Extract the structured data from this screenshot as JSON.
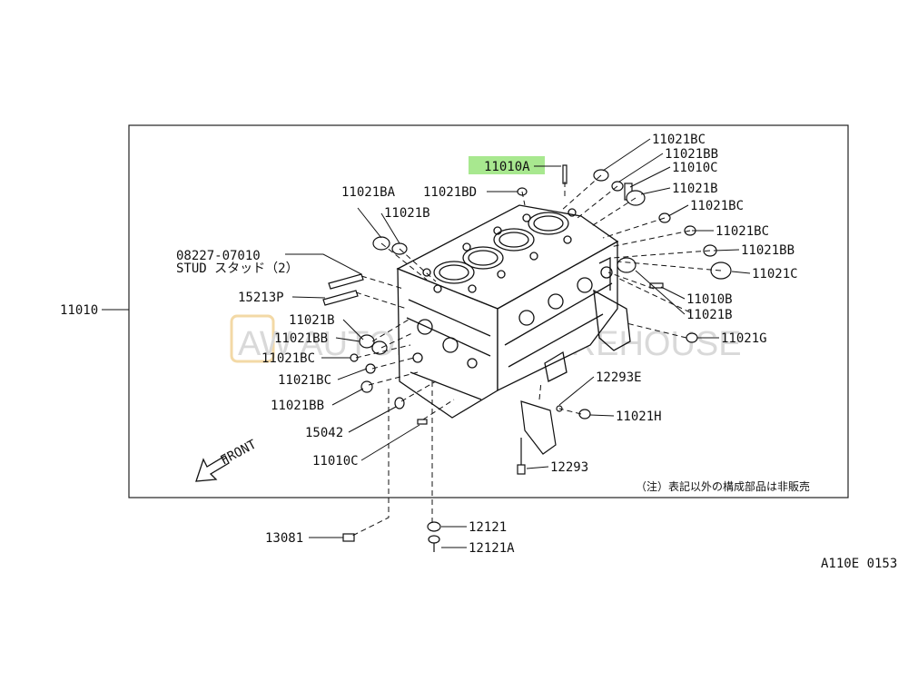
{
  "diagram": {
    "code": "A110E 0153",
    "note": "（注）表記以外の構成部品は非販売",
    "front": "FRONT",
    "watermark": "AW    AUTOPARTS WAREHOUSE",
    "highlight_color": "#a8e88f",
    "labels": {
      "main": "11010",
      "highlight": "11010A",
      "bc_top": "11021BC",
      "bb_top": "11021BB",
      "c_top": "11010C",
      "b_r1": "11021B",
      "bc_r2": "11021BC",
      "bc_r3": "11021BC",
      "bb_r4": "11021BB",
      "c_r5": "11021C",
      "b_r6": "11010B",
      "b_r7": "11021B",
      "g": "11021G",
      "e": "12293E",
      "h": "11021H",
      "bolt": "12293",
      "ba": "11021BA",
      "b_left_top": "11021B",
      "bd": "11021BD",
      "stud_part": "08227-07010",
      "stud_desc": "STUD スタッド（2）",
      "p": "15213P",
      "b_l1": "11021B",
      "bb_l2": "11021BB",
      "bc_l3": "11021BC",
      "bc_l4": "11021BC",
      "bb_l5": "11021BB",
      "part_15042": "15042",
      "c_bottom": "11010C",
      "part_13081": "13081",
      "part_12121": "12121",
      "part_12121a": "12121A"
    }
  }
}
